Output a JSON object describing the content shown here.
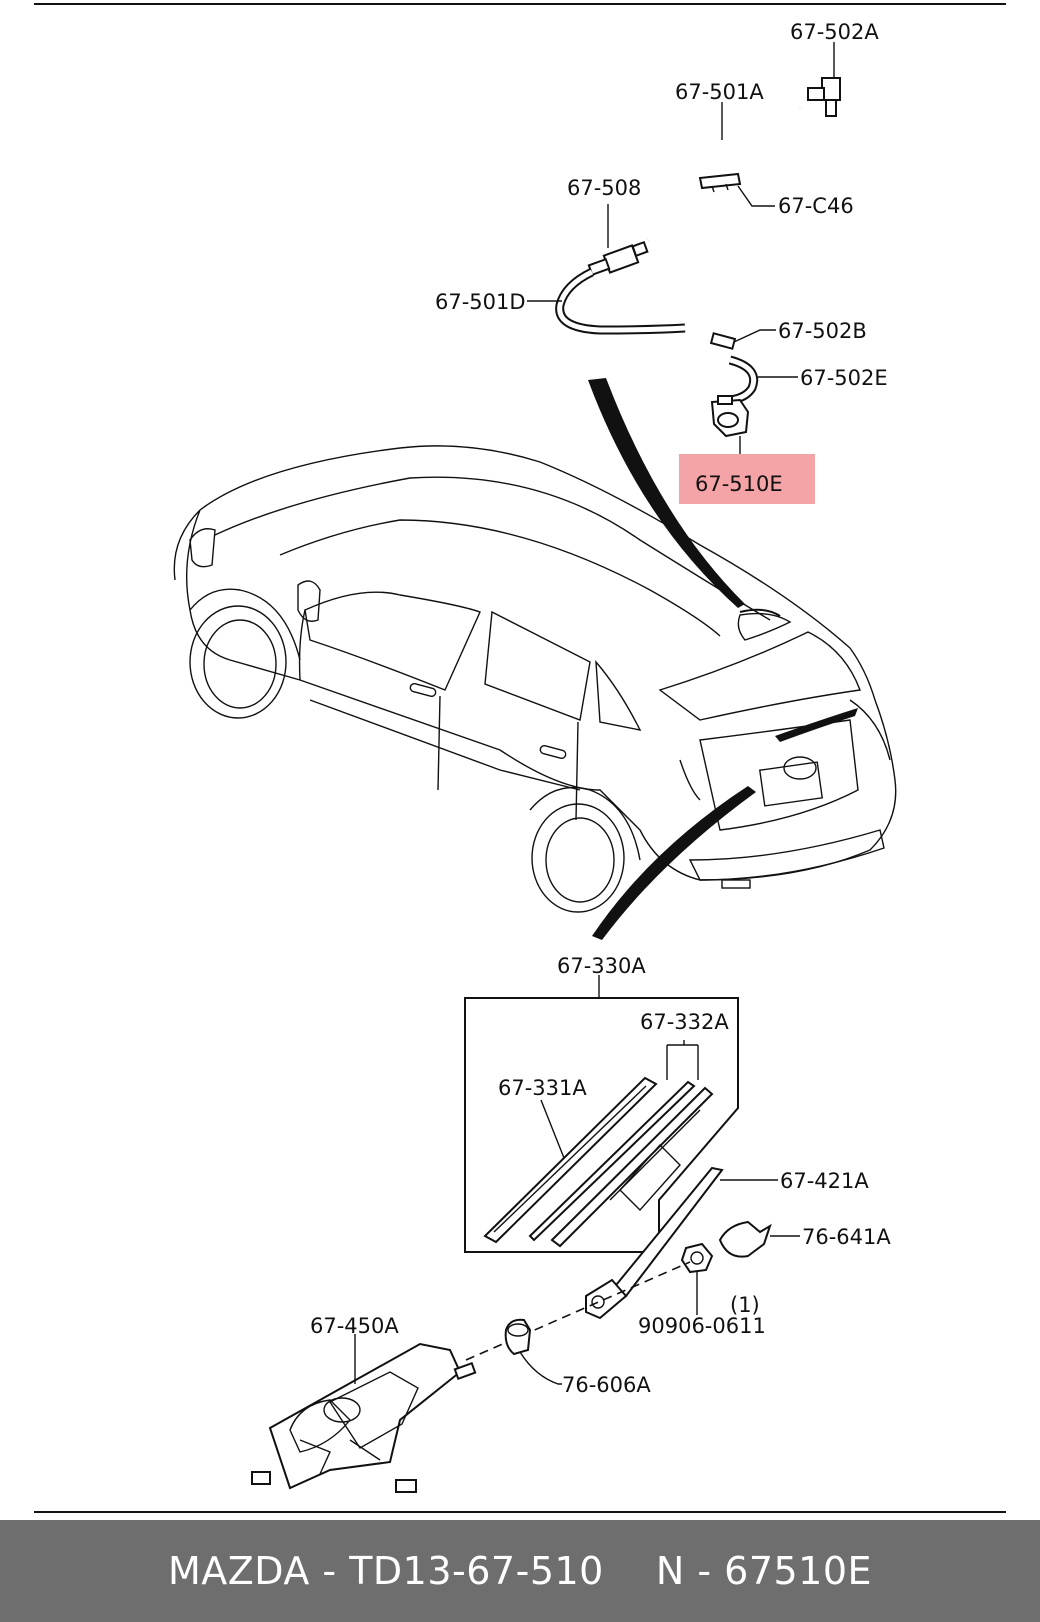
{
  "labels": {
    "p67_502A": "67-502A",
    "p67_501A": "67-501A",
    "p67_508": "67-508",
    "p67_C46": "67-C46",
    "p67_501D": "67-501D",
    "p67_502B": "67-502B",
    "p67_502E": "67-502E",
    "p67_510E": "67-510E",
    "p67_330A": "67-330A",
    "p67_332A": "67-332A",
    "p67_331A": "67-331A",
    "p67_421A": "67-421A",
    "p76_641A": "76-641A",
    "p90906": "90906-0611",
    "qty1": "(1)",
    "p67_450A": "67-450A",
    "p76_606A": "76-606A"
  },
  "footer": {
    "left": "MAZDA - TD13-67-510",
    "right": "N - 67510E"
  },
  "colors": {
    "highlight": "#f4a3a6",
    "footer_bg": "#6e6e6e"
  }
}
